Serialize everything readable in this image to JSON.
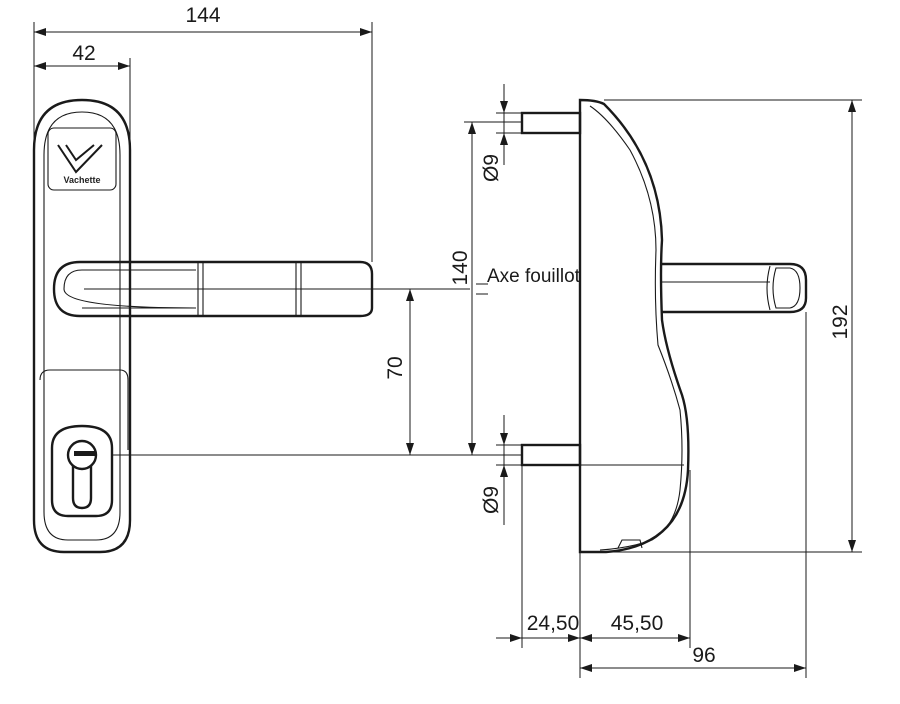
{
  "dimensions": {
    "overall_width": "144",
    "plate_width": "42",
    "axis_spacing": "140",
    "handle_to_cylinder": "70",
    "diameter_top": "Ø9",
    "diameter_bottom": "Ø9",
    "pin_length": "24,50",
    "body_depth": "45,50",
    "total_depth": "96",
    "total_height": "192"
  },
  "labels": {
    "axis": "Axe fouillot",
    "brand": "Vachette"
  },
  "colors": {
    "line": "#1a1a1a",
    "background": "#ffffff"
  }
}
